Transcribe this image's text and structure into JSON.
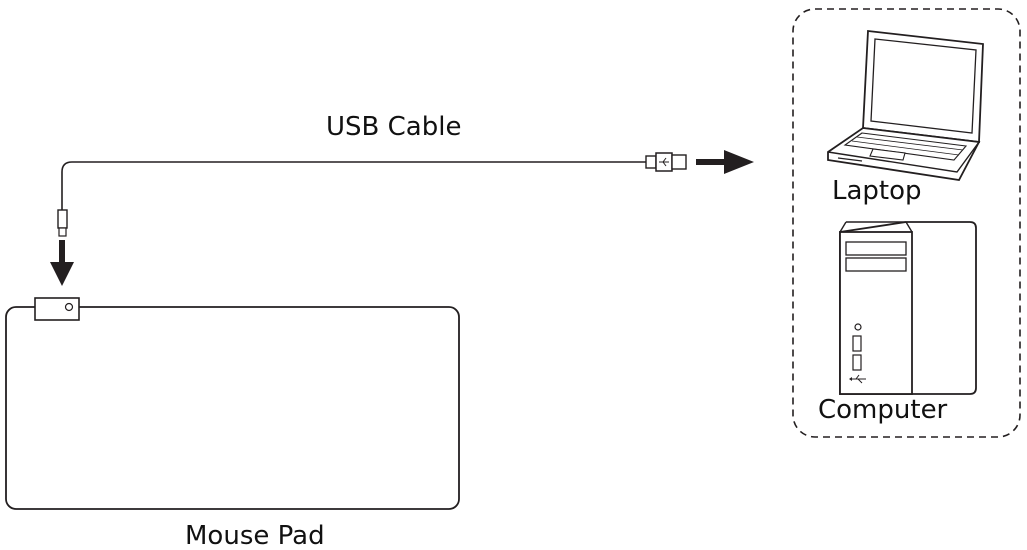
{
  "labels": {
    "usb_cable": "USB Cable",
    "laptop": "Laptop",
    "computer": "Computer",
    "mouse_pad": "Mouse Pad"
  },
  "colors": {
    "stroke": "#231f20",
    "fill": "#ffffff",
    "dark": "#231f20"
  }
}
